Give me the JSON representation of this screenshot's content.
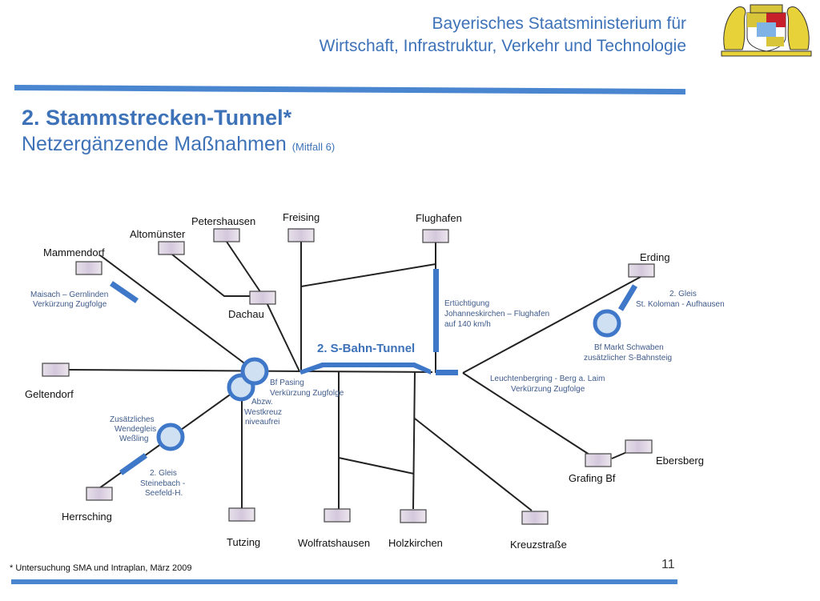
{
  "header": {
    "line1": "Bayerisches Staatsministerium für",
    "line2": "Wirtschaft, Infrastruktur, Verkehr und Technologie",
    "logo": "bavarian-coat-of-arms-icon"
  },
  "title": {
    "main": "2. Stammstrecken-Tunnel*",
    "sub": "Netzergänzende Maßnahmen",
    "sub_note": "(Mitfall 6)"
  },
  "colors": {
    "accent": "#3d72b8",
    "bar": "#4a86d0",
    "line": "#222222",
    "node_fill": "#cfe0f3"
  },
  "diagram": {
    "tunnel_label": "2. S-Bahn-Tunnel",
    "stations": {
      "mammendorf": "Mammendorf",
      "altomuenster": "Altomünster",
      "petershausen": "Petershausen",
      "freising": "Freising",
      "flughafen": "Flughafen",
      "erding": "Erding",
      "dachau": "Dachau",
      "geltendorf": "Geltendorf",
      "herrsching": "Herrsching",
      "tutzing": "Tutzing",
      "wolfratshausen": "Wolfratshausen",
      "holzkirchen": "Holzkirchen",
      "kreuzstrasse": "Kreuzstraße",
      "grafing": "Grafing Bf",
      "ebersberg": "Ebersberg"
    },
    "measures": {
      "maisach": [
        "Maisach – Gernlinden",
        "Verkürzung Zugfolge"
      ],
      "pasing": [
        "Bf Pasing",
        "Verkürzung Zugfolge"
      ],
      "westkreuz": [
        "Abzw.",
        "Westkreuz",
        "niveaufrei"
      ],
      "wessling": [
        "Zusätzliches",
        "Wendegleis",
        "Weßling"
      ],
      "steinebach": [
        "2. Gleis",
        "Steinebach -",
        "Seefeld-H."
      ],
      "flughafen": [
        "Ertüchtigung",
        "Johanneskirchen – Flughafen",
        "auf 140 km/h"
      ],
      "erding": [
        "2. Gleis",
        "St. Koloman - Aufhausen"
      ],
      "markt_schwaben": [
        "Bf Markt Schwaben",
        "zusätzlicher S-Bahnsteig"
      ],
      "leuchtenberg": [
        "Leuchtenbergring - Berg a. Laim",
        "Verkürzung Zugfolge"
      ]
    }
  },
  "footer": {
    "footnote": "* Untersuchung SMA und Intraplan, März 2009",
    "page": "11"
  }
}
